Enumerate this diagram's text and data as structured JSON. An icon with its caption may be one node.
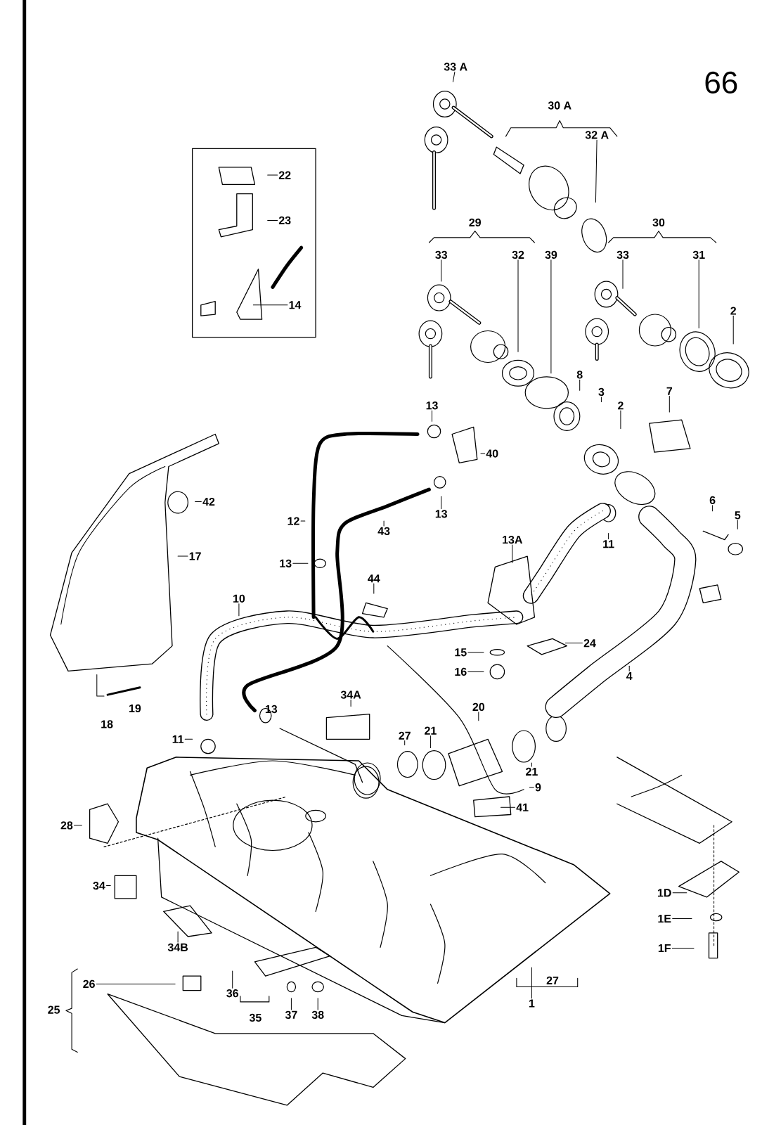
{
  "diagram": {
    "nodes": [
      {
        "text": [
          "33 A"
        ]
      },
      {
        "text": [
          "32 A"
        ]
      },
      {
        "text": [
          "22"
        ]
      },
      {
        "text": [
          "23"
        ]
      },
      {
        "text": [
          "33"
        ]
      },
      {
        "text": [
          "32"
        ]
      },
      {
        "text": [
          "39"
        ]
      },
      {
        "text": [
          "33"
        ]
      },
      {
        "text": [
          "31"
        ]
      },
      {
        "text": [
          "14"
        ]
      },
      {
        "text": [
          "2"
        ]
      },
      {
        "text": [
          "8"
        ]
      },
      {
        "text": [
          "3"
        ]
      },
      {
        "text": [
          "7"
        ]
      },
      {
        "text": [
          "13"
        ]
      },
      {
        "text": [
          "2"
        ]
      },
      {
        "text": [
          "40"
        ]
      },
      {
        "text": [
          "42"
        ]
      },
      {
        "text": [
          "13"
        ]
      },
      {
        "text": [
          "6"
        ]
      },
      {
        "text": [
          "5"
        ]
      },
      {
        "text": [
          "12"
        ]
      },
      {
        "text": [
          "43"
        ]
      },
      {
        "text": [
          "13A"
        ]
      },
      {
        "text": [
          "11"
        ]
      },
      {
        "text": [
          "17"
        ]
      },
      {
        "text": [
          "13"
        ]
      },
      {
        "text": [
          "44"
        ]
      },
      {
        "text": [
          "10"
        ]
      },
      {
        "text": [
          "24"
        ]
      },
      {
        "text": [
          "15"
        ]
      },
      {
        "text": [
          "16"
        ]
      },
      {
        "text": [
          "4"
        ]
      },
      {
        "text": [
          "34A"
        ]
      },
      {
        "text": [
          "20"
        ]
      },
      {
        "text": [
          "11"
        ]
      },
      {
        "text": [
          "27"
        ]
      },
      {
        "text": [
          "21"
        ]
      },
      {
        "text": [
          "21"
        ]
      },
      {
        "text": [
          "9"
        ]
      },
      {
        "text": [
          "41"
        ]
      },
      {
        "text": [
          "28"
        ]
      },
      {
        "text": [
          "34"
        ]
      },
      {
        "text": [
          "1D"
        ]
      },
      {
        "text": [
          "1E"
        ]
      },
      {
        "text": [
          "34B"
        ]
      },
      {
        "text": [
          "1F"
        ]
      },
      {
        "text": [
          "26"
        ]
      },
      {
        "text": [
          "36"
        ]
      },
      {
        "text": [
          "1"
        ]
      },
      {
        "text": [
          "37"
        ]
      },
      {
        "text": [
          "38"
        ]
      }
    ],
    "edges": [
      {
        "from": 0,
        "to": null,
        "arrow": "none"
      },
      {
        "from": 1,
        "to": null,
        "arrow": "none"
      },
      {
        "from": 2,
        "to": null,
        "arrow": "none"
      },
      {
        "from": 3,
        "to": null,
        "arrow": "none"
      },
      {
        "from": 4,
        "to": null,
        "arrow": "none"
      },
      {
        "from": 5,
        "to": null,
        "arrow": "none"
      },
      {
        "from": 6,
        "to": null,
        "arrow": "none"
      },
      {
        "from": 7,
        "to": null,
        "arrow": "none"
      },
      {
        "from": 8,
        "to": null,
        "arrow": "none"
      },
      {
        "from": 9,
        "to": null,
        "arrow": "none"
      },
      {
        "from": 10,
        "to": null,
        "arrow": "none"
      },
      {
        "from": 11,
        "to": null,
        "arrow": "none"
      },
      {
        "from": 12,
        "to": null,
        "arrow": "none"
      },
      {
        "from": 13,
        "to": null,
        "arrow": "none"
      },
      {
        "from": 14,
        "to": null,
        "arrow": "none"
      },
      {
        "from": 15,
        "to": null,
        "arrow": "none"
      },
      {
        "from": 16,
        "to": null,
        "arrow": "none"
      },
      {
        "from": 17,
        "to": null,
        "arrow": "none"
      },
      {
        "from": 18,
        "to": null,
        "arrow": "none"
      },
      {
        "from": 19,
        "to": null,
        "arrow": "none"
      },
      {
        "from": 20,
        "to": null,
        "arrow": "none"
      },
      {
        "from": 21,
        "to": null,
        "arrow": "none"
      },
      {
        "from": 22,
        "to": null,
        "arrow": "none"
      },
      {
        "from": 23,
        "to": null,
        "arrow": "none"
      },
      {
        "from": 24,
        "to": null,
        "arrow": "none"
      },
      {
        "from": 25,
        "to": null,
        "arrow": "none"
      },
      {
        "from": 26,
        "to": null,
        "arrow": "none"
      },
      {
        "from": 27,
        "to": null,
        "arrow": "none"
      },
      {
        "from": 28,
        "to": null,
        "arrow": "none"
      },
      {
        "from": 29,
        "to": null,
        "arrow": "none"
      },
      {
        "from": 30,
        "to": null,
        "arrow": "none"
      },
      {
        "from": 31,
        "to": null,
        "arrow": "none"
      },
      {
        "from": 32,
        "to": null,
        "arrow": "none"
      },
      {
        "from": 33,
        "to": null,
        "arrow": "none"
      },
      {
        "from": 34,
        "to": null,
        "arrow": "none"
      },
      {
        "from": 35,
        "to": null,
        "arrow": "none"
      },
      {
        "from": 36,
        "to": null,
        "arrow": "none"
      },
      {
        "from": 37,
        "to": null,
        "arrow": "none"
      },
      {
        "from": 38,
        "to": null,
        "arrow": "none"
      },
      {
        "from": 39,
        "to": null,
        "arrow": "none"
      },
      {
        "from": 40,
        "to": null,
        "arrow": "none"
      },
      {
        "from": 41,
        "to": null,
        "arrow": "none"
      },
      {
        "from": 42,
        "to": null,
        "arrow": "none"
      },
      {
        "from": 43,
        "to": null,
        "arrow": "none"
      },
      {
        "from": 44,
        "to": null,
        "arrow": "none"
      },
      {
        "from": 45,
        "to": null,
        "arrow": "none"
      },
      {
        "from": 46,
        "to": null,
        "arrow": "none"
      },
      {
        "from": 47,
        "to": null,
        "arrow": "none"
      },
      {
        "from": 48,
        "to": null,
        "arrow": "none"
      },
      {
        "from": 49,
        "to": null,
        "arrow": "none"
      },
      {
        "from": 50,
        "to": null,
        "arrow": "none"
      },
      {
        "from": 51,
        "to": null,
        "arrow": "none"
      }
    ],
    "labels": [
      "66",
      "30 A",
      "29",
      "30",
      "18",
      "19",
      "13",
      "27",
      "25",
      "35"
    ]
  }
}
